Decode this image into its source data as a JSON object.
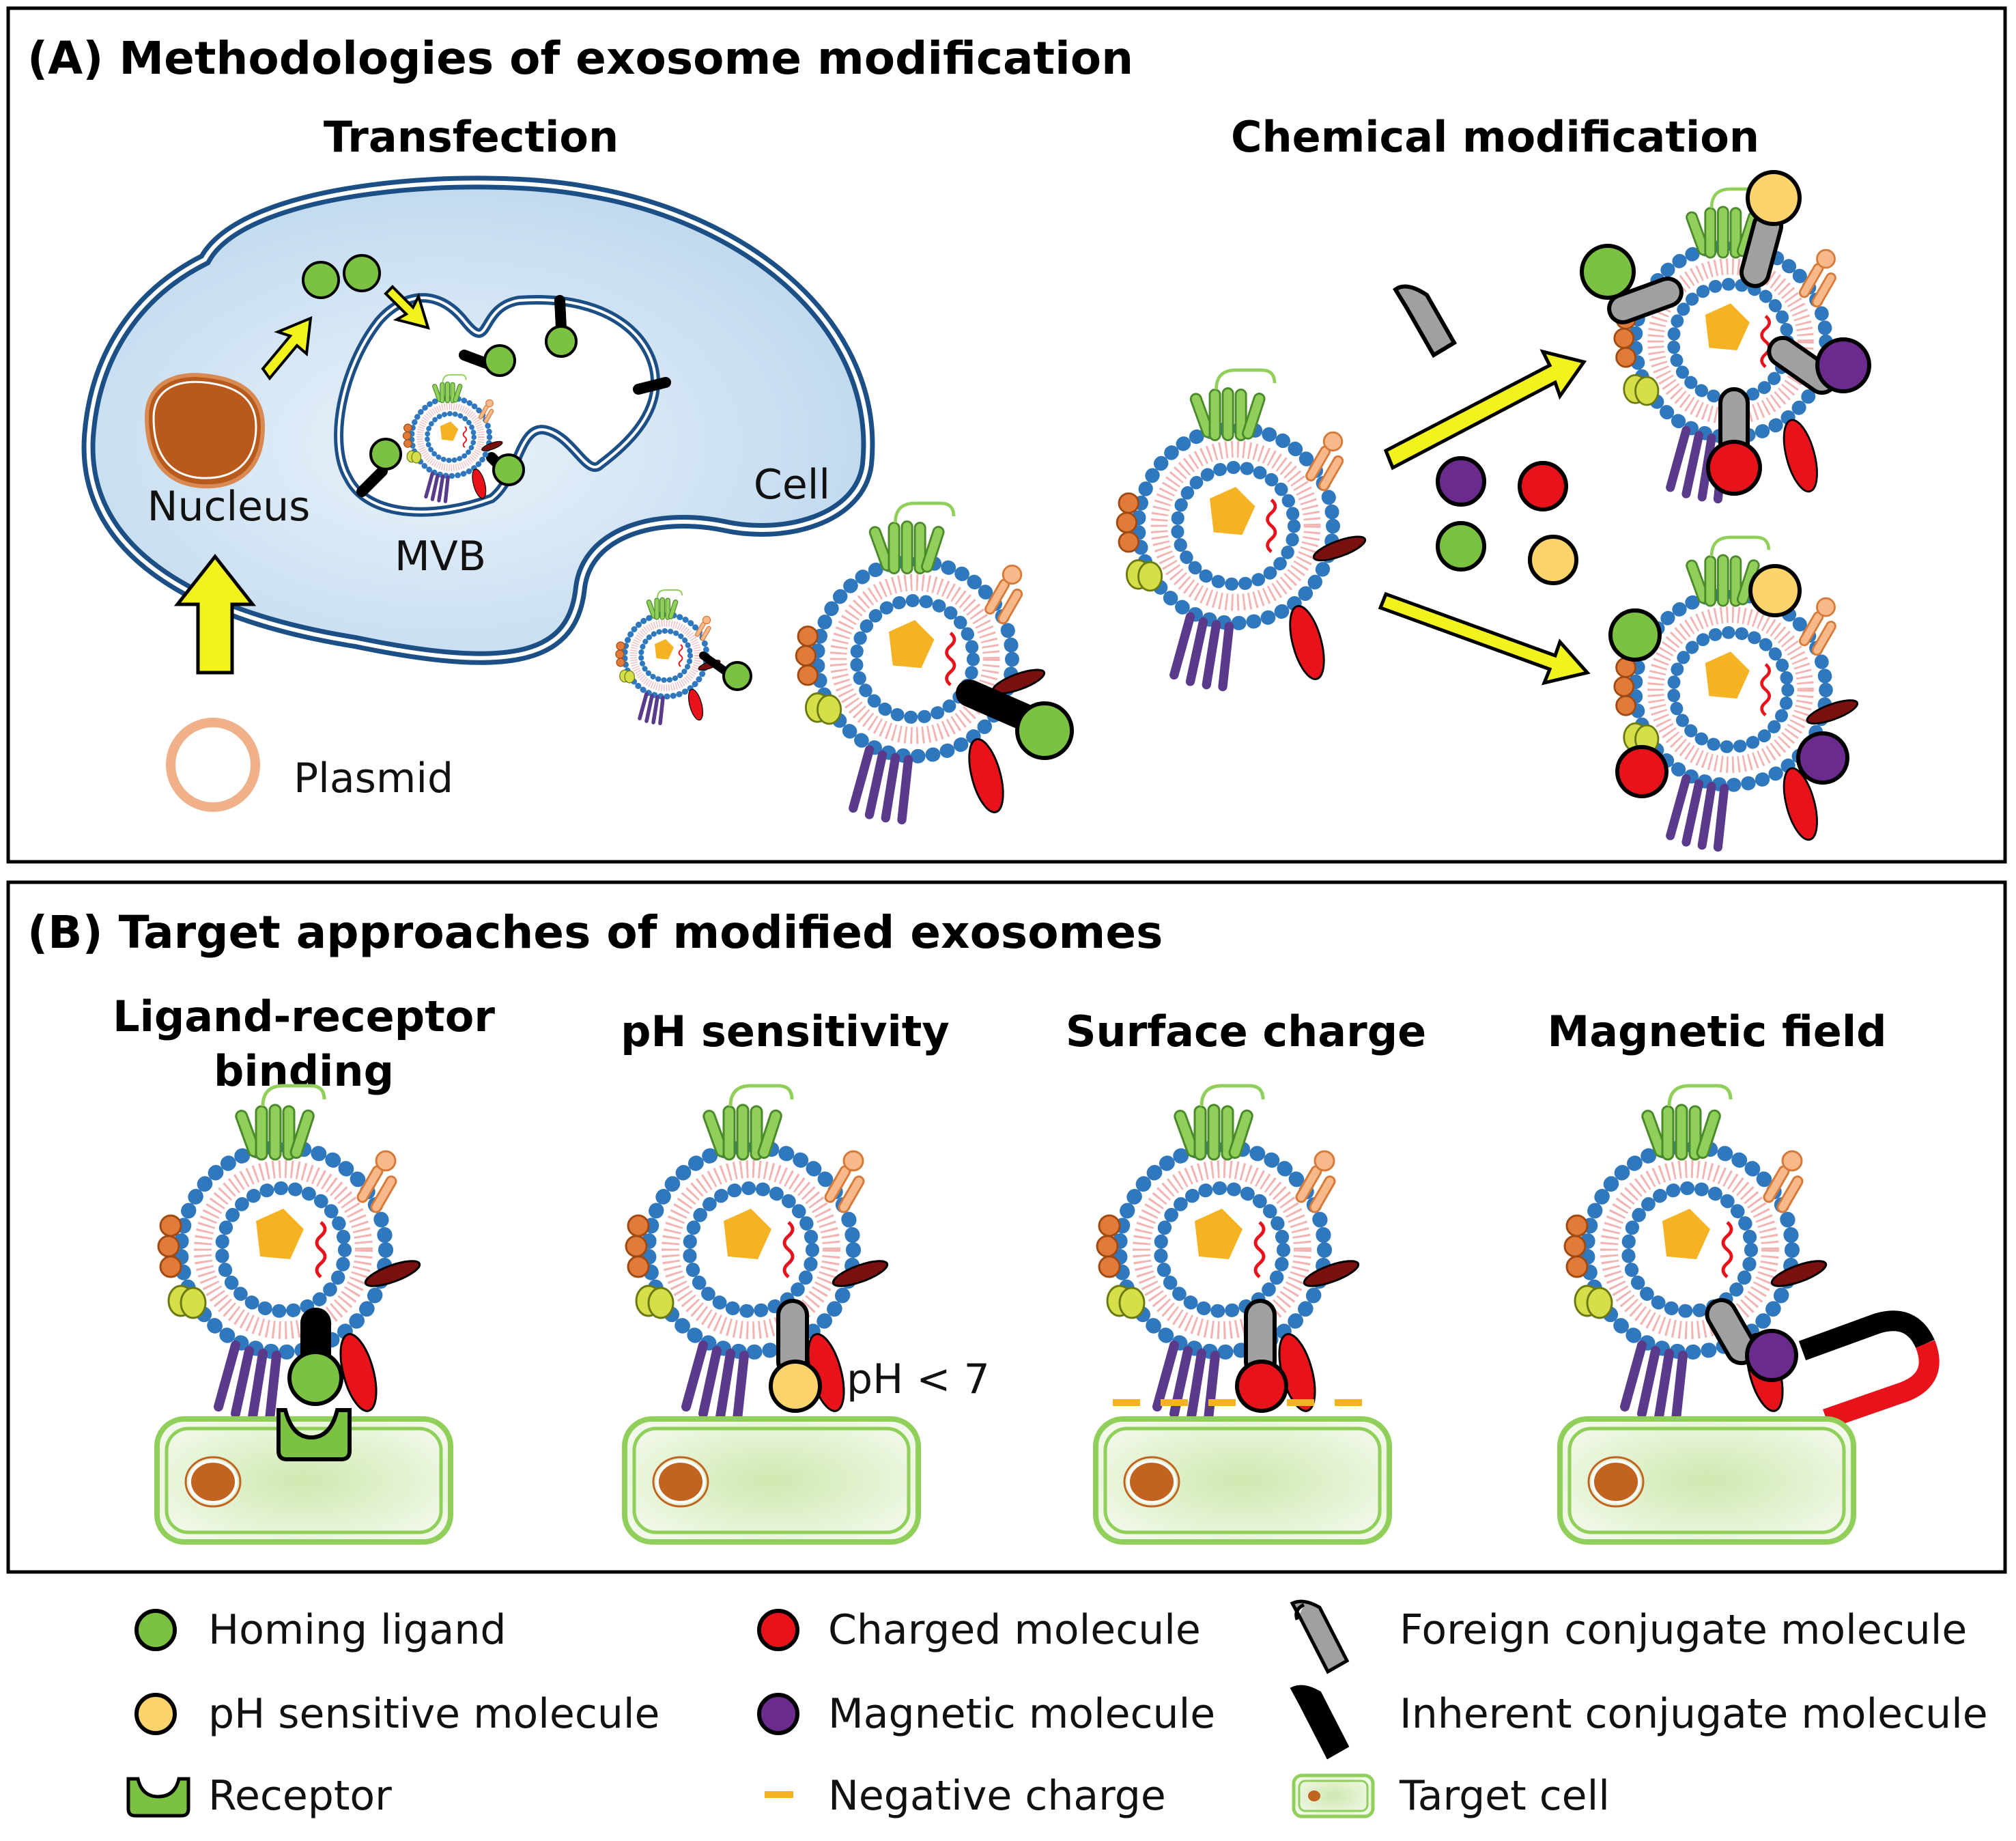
{
  "panel_a": {
    "title": "(A) Methodologies of exosome modification",
    "transfection": {
      "heading": "Transfection",
      "nucleus_label": "Nucleus",
      "mvb_label": "MVB",
      "cell_label": "Cell",
      "plasmid_label": "Plasmid"
    },
    "chemical": {
      "heading": "Chemical modification"
    }
  },
  "panel_b": {
    "title": "(B) Target approaches of modified exosomes",
    "approaches": [
      {
        "line1": "Ligand-receptor",
        "line2": "binding"
      },
      {
        "line1": "pH sensitivity",
        "line2": ""
      },
      {
        "line1": "Surface charge",
        "line2": ""
      },
      {
        "line1": "Magnetic field",
        "line2": ""
      }
    ],
    "ph_note": "pH < 7"
  },
  "legend": [
    {
      "label": "Homing ligand",
      "icon": "green-circle",
      "color": "#7cc242"
    },
    {
      "label": "Charged molecule",
      "icon": "red-circle",
      "color": "#e8121b"
    },
    {
      "label": "Foreign conjugate molecule",
      "icon": "gray-conjugate",
      "color": "#a0a0a0"
    },
    {
      "label": "pH sensitive molecule",
      "icon": "yellow-circle",
      "color": "#fdd36b"
    },
    {
      "label": "Magnetic molecule",
      "icon": "purple-circle",
      "color": "#6a2b8c"
    },
    {
      "label": "Inherent conjugate molecule",
      "icon": "black-conjugate",
      "color": "#000000"
    },
    {
      "label": "Receptor",
      "icon": "green-receptor",
      "color": "#7cc242"
    },
    {
      "label": "Negative charge",
      "icon": "orange-dash",
      "color": "#f5b324"
    },
    {
      "label": "Target cell",
      "icon": "target-cell",
      "color": "#cfe8b0"
    }
  ]
}
